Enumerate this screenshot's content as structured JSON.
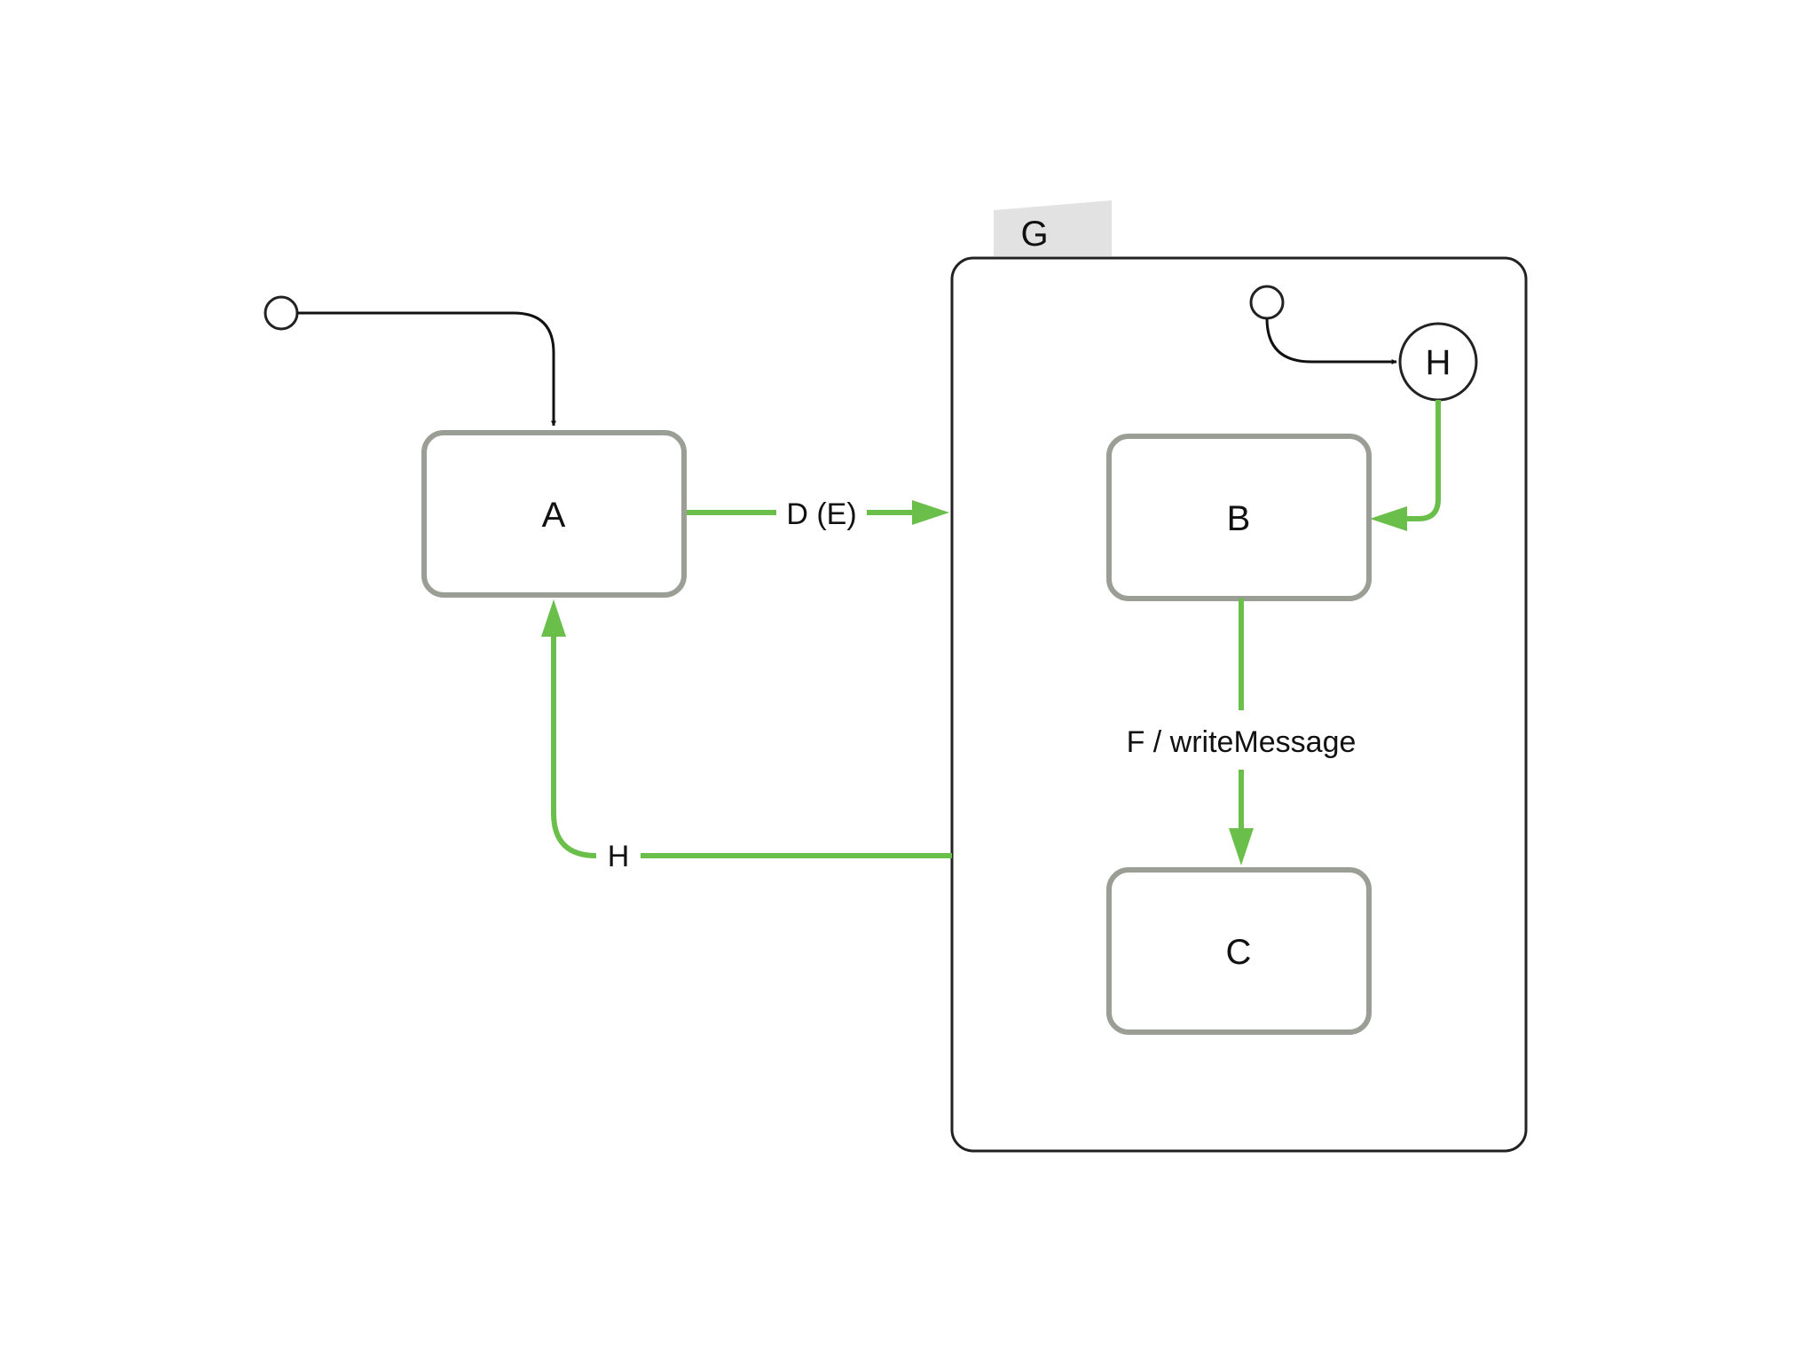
{
  "colors": {
    "transition": "#6abf4b",
    "initial_transition": "#111111",
    "state_border": "#9a9e94",
    "composite_border": "#222222",
    "tab_fill": "#e2e2e2"
  },
  "states": {
    "a": {
      "label": "A"
    },
    "b": {
      "label": "B"
    },
    "c": {
      "label": "C"
    }
  },
  "composite": {
    "label": "G"
  },
  "history": {
    "label": "H"
  },
  "transitions": {
    "a_to_g": {
      "label": "D (E)"
    },
    "b_to_c": {
      "label": "F / writeMessage"
    },
    "g_to_a": {
      "label": "H"
    }
  }
}
